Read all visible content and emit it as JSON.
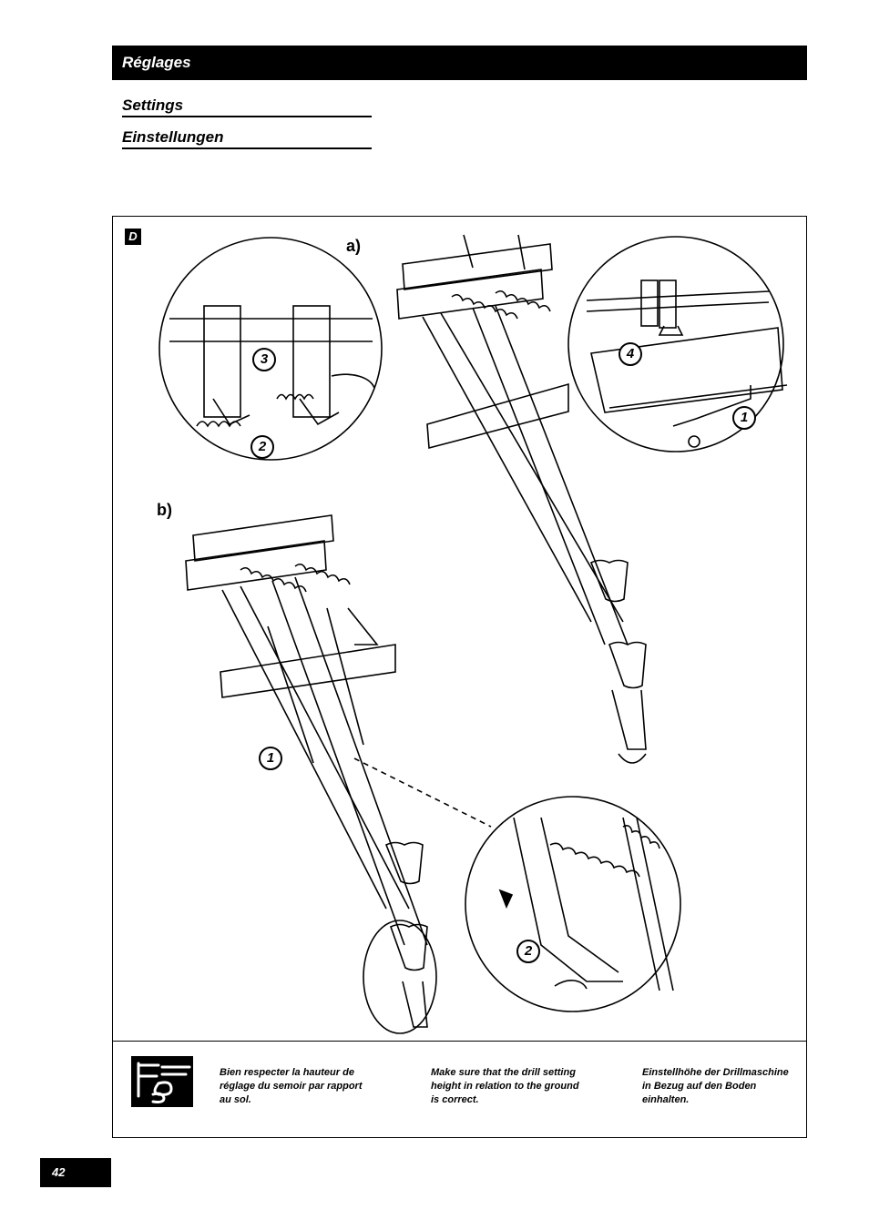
{
  "header": {
    "title": "Réglages"
  },
  "subtitles": {
    "en": "Settings",
    "de": "Einstellungen"
  },
  "figure": {
    "badge": "D",
    "label_a": "a)",
    "label_b": "b)",
    "callouts": {
      "detail_a_left_3": "3",
      "detail_a_left_2": "2",
      "detail_a_right_4": "4",
      "detail_a_right_1": "1",
      "main_b_1": "1",
      "detail_b_2": "2"
    }
  },
  "note": {
    "icon": "hand-pointer-icon",
    "fr": "Bien respecter la hauteur de réglage du semoir par rapport au sol.",
    "en": "Make sure that the drill setting height in relation to the ground is correct.",
    "de": "Einstellhöhe der Drillmaschine in Bezug auf den Boden einhalten."
  },
  "page_number": "42"
}
